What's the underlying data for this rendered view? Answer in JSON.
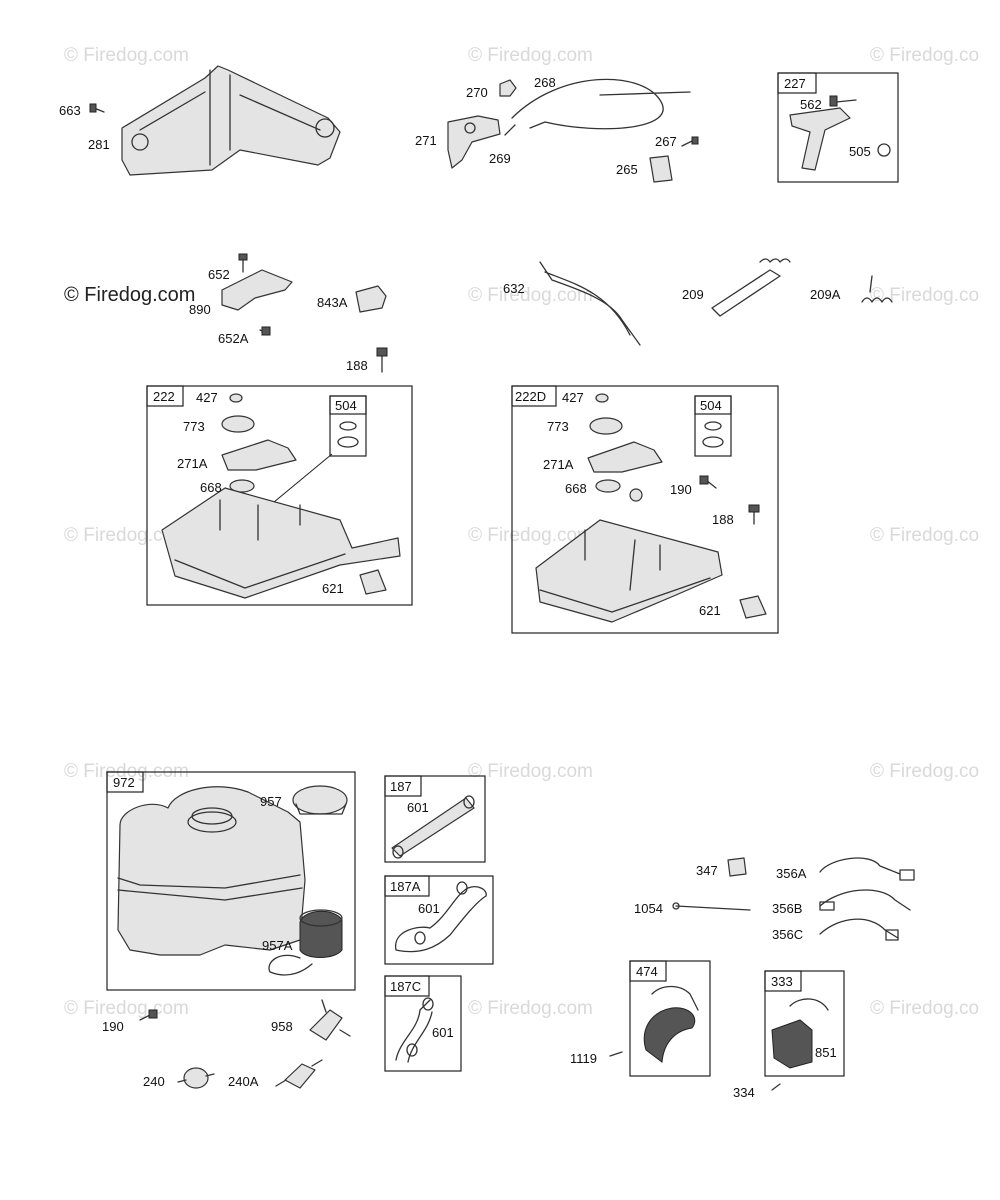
{
  "watermarks": {
    "text": "© Firedog.com",
    "short": "© Firedog.co"
  },
  "boxes": {
    "b227": "227",
    "b222": "222",
    "b504a": "504",
    "b222d": "222D",
    "b504b": "504",
    "b972": "972",
    "b187": "187",
    "b187a": "187A",
    "b187c": "187C",
    "b474": "474",
    "b333": "333"
  },
  "parts": {
    "p663": "663",
    "p281": "281",
    "p270": "270",
    "p268": "268",
    "p271": "271",
    "p269": "269",
    "p267": "267",
    "p265": "265",
    "p562": "562",
    "p505": "505",
    "p652": "652",
    "p890": "890",
    "p652a": "652A",
    "p843a": "843A",
    "p188a": "188",
    "p632": "632",
    "p209": "209",
    "p209a": "209A",
    "p427a": "427",
    "p773a": "773",
    "p271aa": "271A",
    "p668a": "668",
    "p621a": "621",
    "p427b": "427",
    "p773b": "773",
    "p271ab": "271A",
    "p668b": "668",
    "p190a": "190",
    "p188b": "188",
    "p621b": "621",
    "p957": "957",
    "p957a": "957A",
    "p601a": "601",
    "p601b": "601",
    "p601c": "601",
    "p190b": "190",
    "p958": "958",
    "p240": "240",
    "p240a": "240A",
    "p347": "347",
    "p356a": "356A",
    "p1054": "1054",
    "p356b": "356B",
    "p356c": "356C",
    "p1119": "1119",
    "p851": "851",
    "p334": "334"
  }
}
